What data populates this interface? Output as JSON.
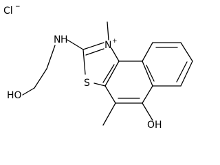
{
  "structure": {
    "counter_ion": {
      "symbol": "Cl",
      "charge": "−"
    },
    "atoms": {
      "hydroxyl_chain_O": "HO",
      "amino_N": "N",
      "amino_H": "H",
      "ring_N": "N",
      "ring_N_charge": "+",
      "sulfur": "S",
      "phenol_O": "O",
      "phenol_H": "H"
    }
  }
}
